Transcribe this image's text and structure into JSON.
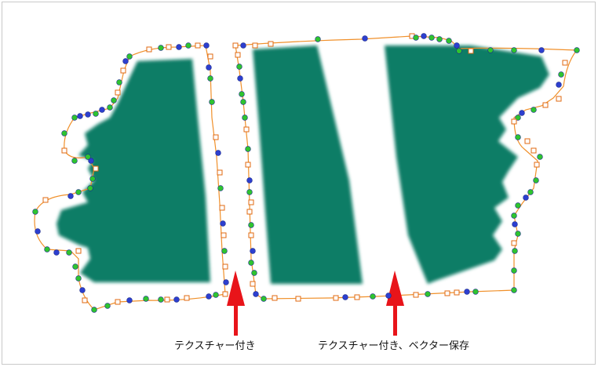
{
  "captions": {
    "left": "テクスチャー付き",
    "right": "テクスチャー付き、ベクター保存"
  },
  "colors": {
    "stroke_fill": "#0d7d66",
    "contour_line": "#f0902a",
    "point_green": "#2fc42f",
    "point_blue": "#2d3fcf",
    "point_square_fill": "#ffffff",
    "point_square_border": "#e06a10",
    "arrow": "#e8141a",
    "border": "#c9c9c9"
  },
  "icons": {
    "arrow_left": "red-up-arrow",
    "arrow_right": "red-up-arrow"
  }
}
